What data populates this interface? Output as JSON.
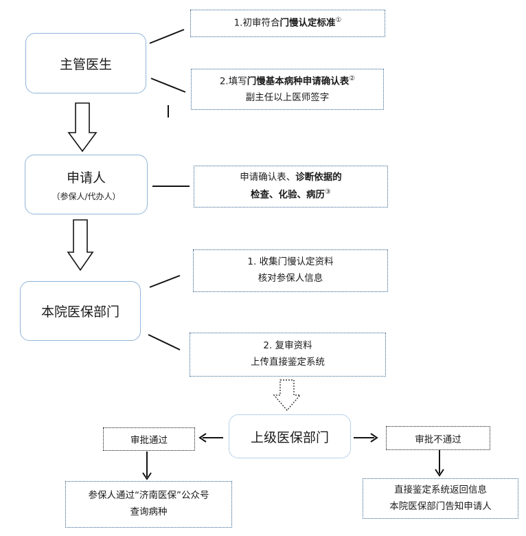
{
  "roles": {
    "doctor": "主管医生",
    "applicant": "申请人",
    "applicant_sub": "（参保人/代办人）",
    "hospital_insurance": "本院医保部门",
    "superior_insurance": "上级医保部门"
  },
  "notes": {
    "n1": {
      "prefix": "1.初审符合",
      "bold": "门慢认定标准",
      "sup": "①"
    },
    "n2": {
      "prefix": "2.填写",
      "bold": "门慢基本病种申请确认表",
      "sup": "②",
      "line2": "副主任以上医师签字"
    },
    "n3": {
      "line1_plain": "申请确认表、",
      "line1_bold": "诊断依据的",
      "line2_bold": "检查、化验、病历",
      "sup": "③"
    },
    "n4": {
      "line1": "1. 收集门慢认定资料",
      "line2": "核对参保人信息"
    },
    "n5": {
      "line1": "2. 复审资料",
      "line2": "上传直接鉴定系统"
    }
  },
  "decisions": {
    "approved": "审批通过",
    "rejected": "审批不通过"
  },
  "results": {
    "approved_line1": "参保人通过“济南医保”公众号",
    "approved_line2": "查询病种",
    "rejected_line1": "直接鉴定系统返回信息",
    "rejected_line2": "本院医保部门告知申请人"
  }
}
